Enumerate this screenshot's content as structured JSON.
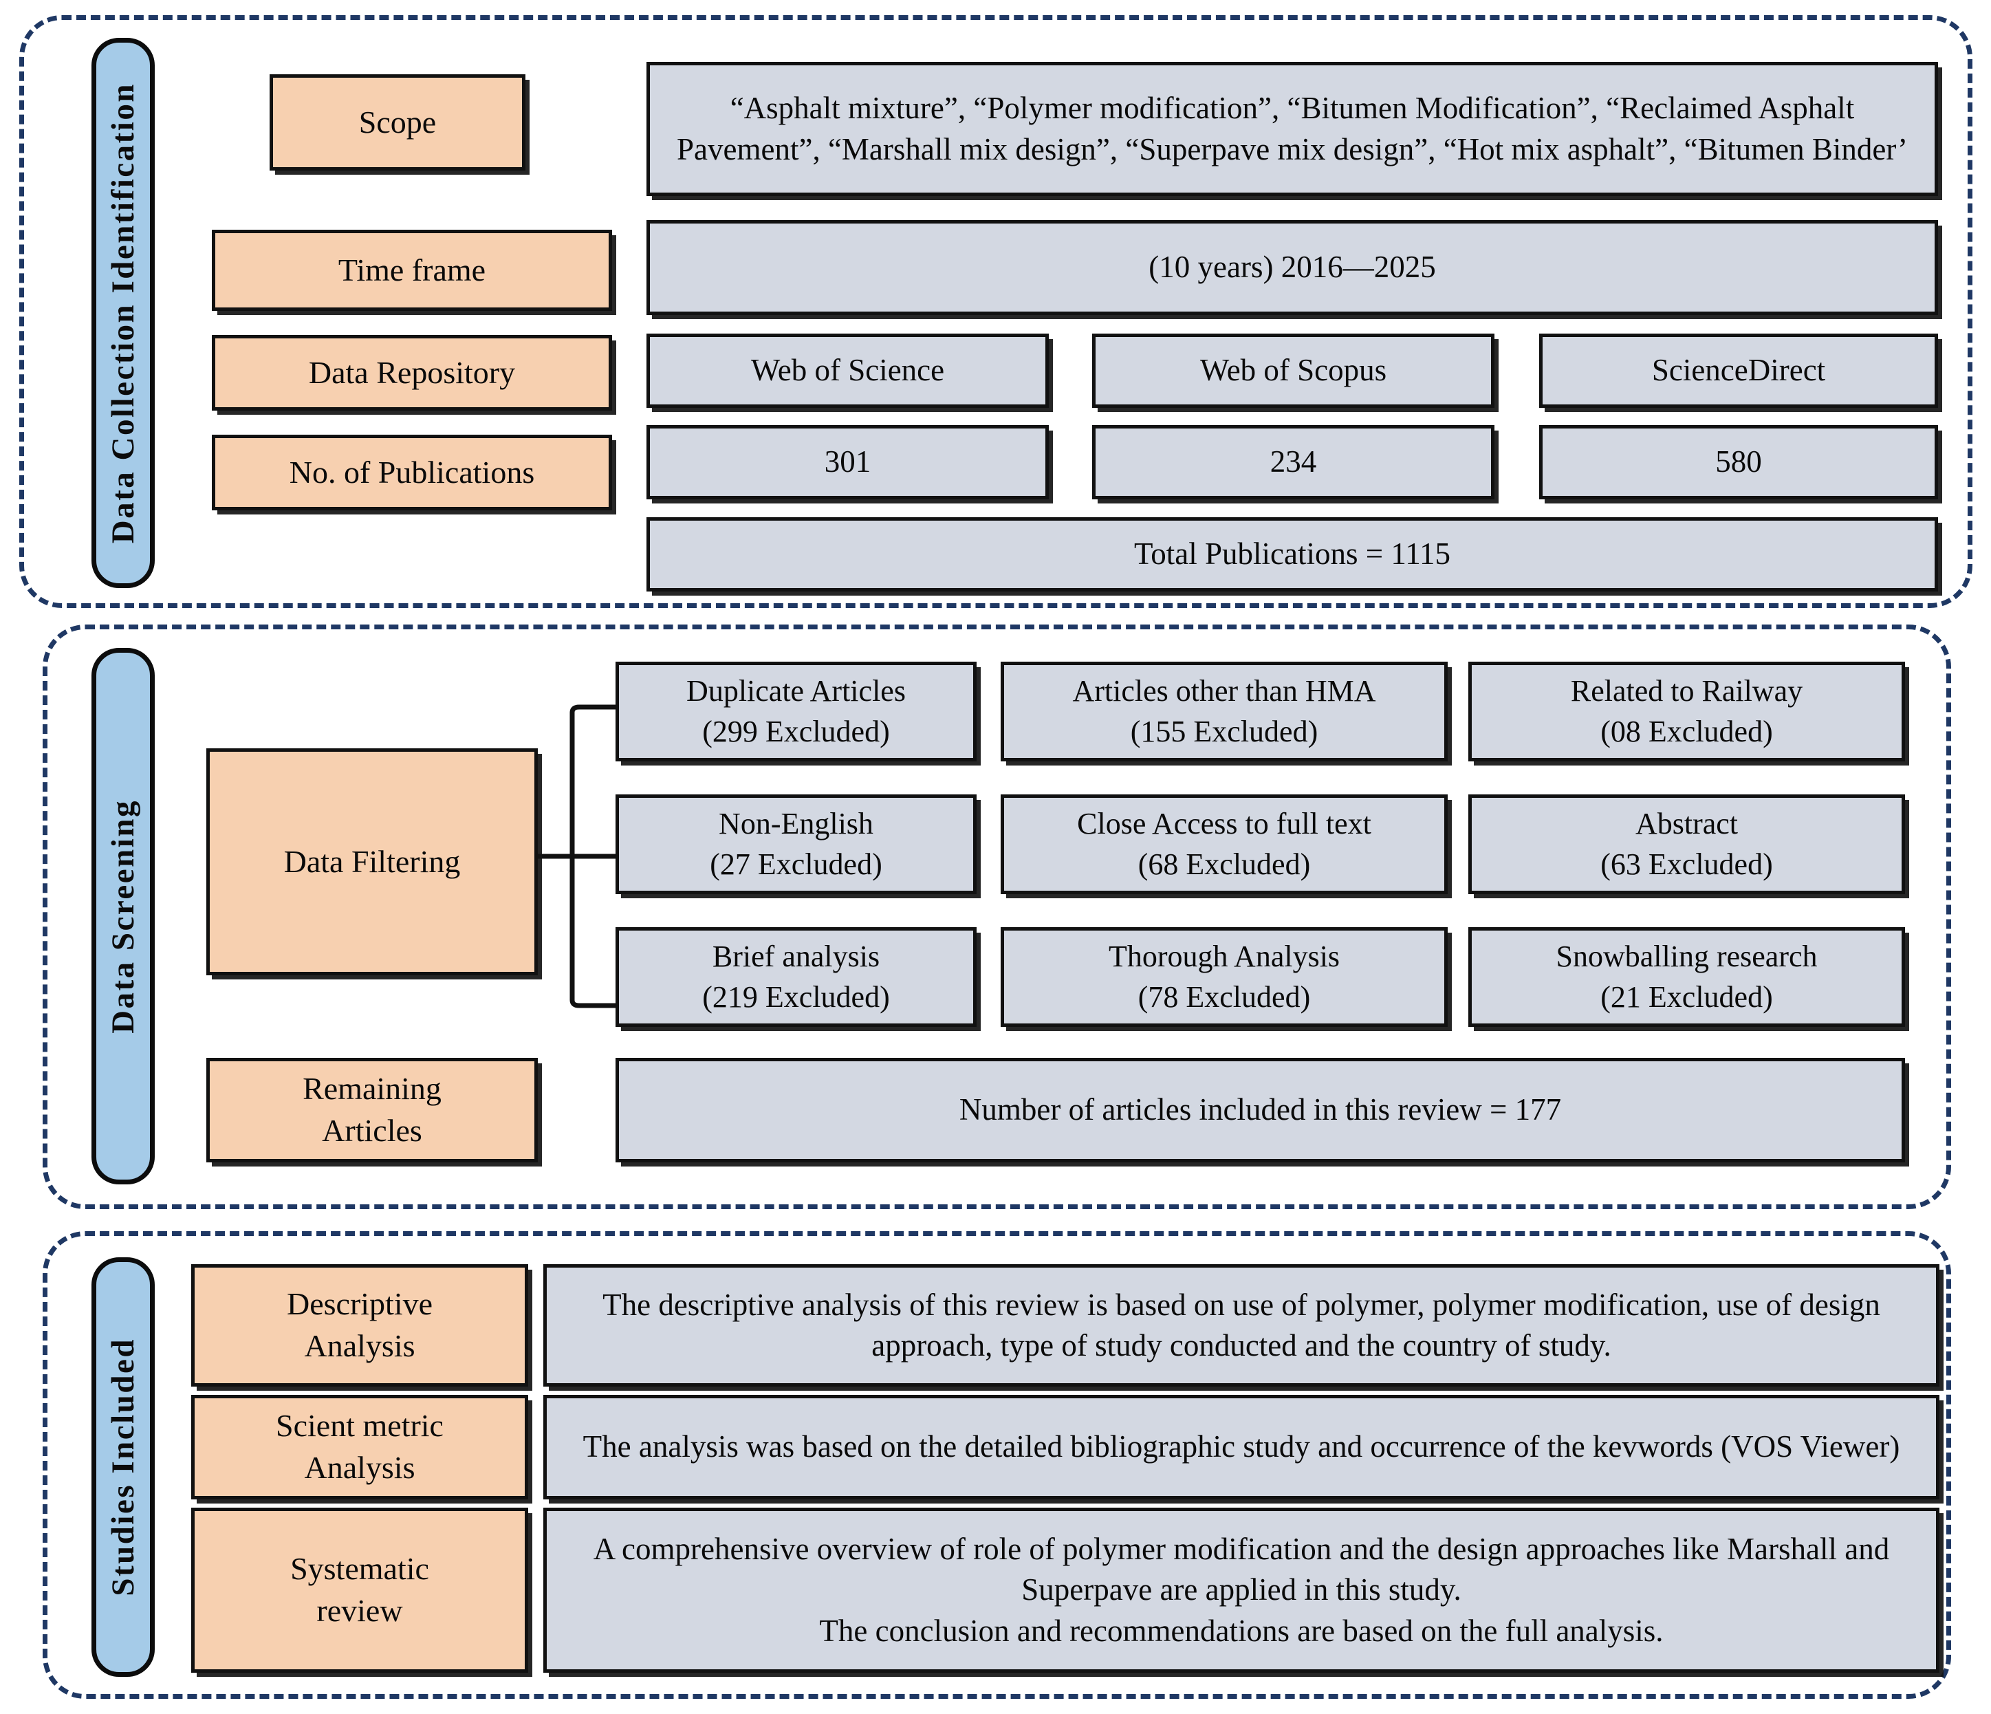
{
  "colors": {
    "accent_orange": "#F7D0B0",
    "accent_blue": "#A5CBE8",
    "accent_gray": "#D3D8E2",
    "border_dark": "#111111",
    "dashed_border": "#1F3864"
  },
  "sections": [
    {
      "id": "identification",
      "stage_label": "Data Collection Identification",
      "rows": [
        {
          "label": "Scope",
          "value": "“Asphalt mixture”, “Polymer modification”, “Bitumen Modification”, “Reclaimed Asphalt Pavement”, “Marshall mix design”, “Superpave mix design”, “Hot mix asphalt”, “Bitumen Binder’"
        },
        {
          "label": "Time frame",
          "value": "(10 years) 2016—2025"
        },
        {
          "label": "Data Repository",
          "values": [
            "Web of Science",
            "Web of Scopus",
            "ScienceDirect"
          ]
        },
        {
          "label": "No. of Publications",
          "values": [
            "301",
            "234",
            "580"
          ]
        }
      ],
      "total": "Total Publications = 1115"
    },
    {
      "id": "screening",
      "stage_label": "Data Screening",
      "filter_label": "Data Filtering",
      "filters": [
        "Duplicate Articles\n(299 Excluded)",
        "Articles other than HMA\n(155 Excluded)",
        "Related to Railway\n(08 Excluded)",
        "Non-English\n(27 Excluded)",
        "Close Access to full text\n(68 Excluded)",
        "Abstract\n(63 Excluded)",
        "Brief analysis\n(219 Excluded)",
        "Thorough Analysis\n(78 Excluded)",
        "Snowballing research\n(21 Excluded)"
      ],
      "remaining_label": "Remaining\nArticles",
      "remaining_value": "Number of articles included in this review = 177"
    },
    {
      "id": "included",
      "stage_label": "Studies Included",
      "rows": [
        {
          "label": "Descriptive\nAnalysis",
          "value": "The descriptive analysis of this review is based on use of polymer, polymer modification, use of design approach, type of study conducted and the country of study."
        },
        {
          "label": "Scient metric\nAnalysis",
          "value": "The analysis was based on the detailed bibliographic study and occurrence of the kevwords (VOS Viewer)"
        },
        {
          "label": "Systematic\nreview",
          "value": "A comprehensive overview of role of polymer modification and the design approaches like Marshall and Superpave are applied in this study.\nThe conclusion and recommendations are based on the full analysis."
        }
      ]
    }
  ]
}
